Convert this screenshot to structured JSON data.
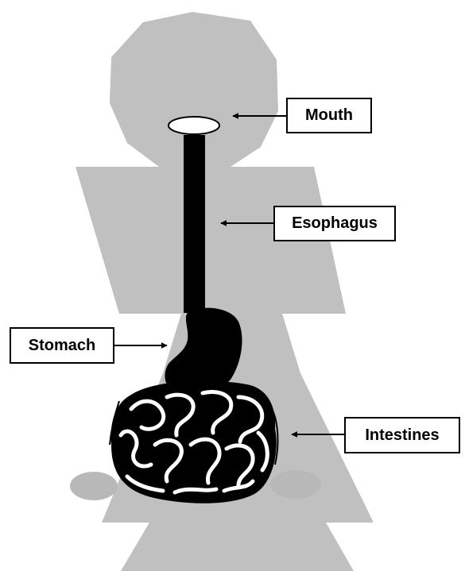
{
  "diagram": {
    "labels": {
      "mouth": "Mouth",
      "esophagus": "Esophagus",
      "stomach": "Stomach",
      "intestines": "Intestines"
    }
  },
  "colors": {
    "silhouette": "#c0c0c0",
    "organs": "#000000",
    "background": "#ffffff"
  }
}
